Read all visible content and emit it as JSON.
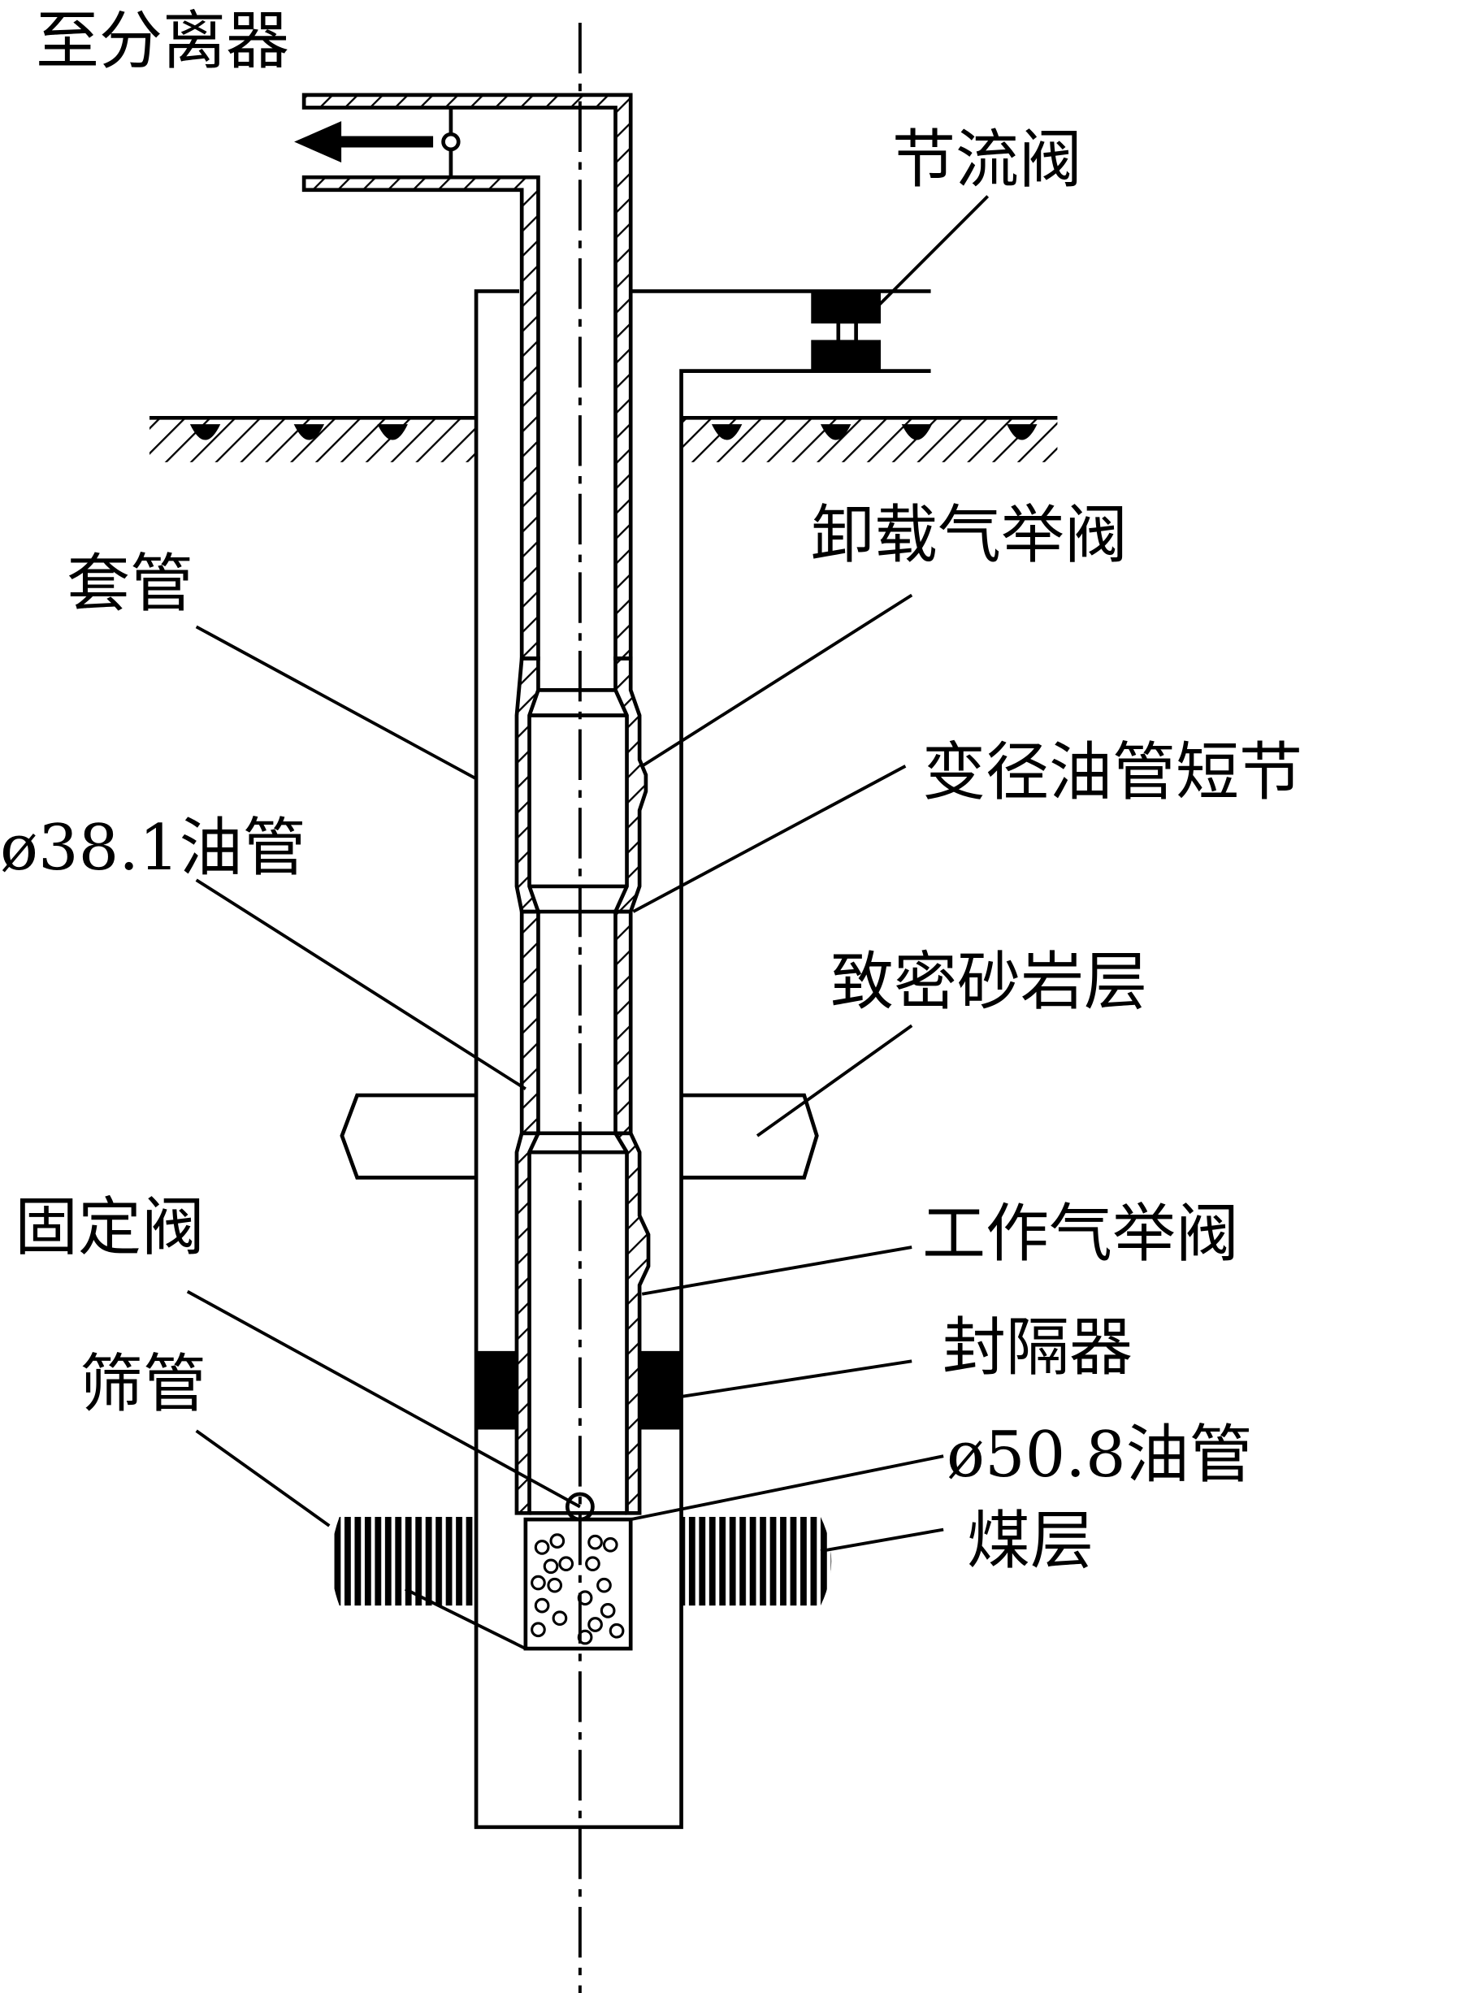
{
  "labels": {
    "to_separator": "至分离器",
    "choke_valve": "节流阀",
    "unloading_valve": "卸载气举阀",
    "casing": "套管",
    "reducer_sub": "变径油管短节",
    "tubing_38": "ø38.1油管",
    "tight_sand": "致密砂岩层",
    "standing_valve": "固定阀",
    "working_valve": "工作气举阀",
    "packer": "封隔器",
    "screen": "筛管",
    "tubing_50": "ø50.8油管",
    "coal_seam": "煤层"
  },
  "colors": {
    "line": "#000000",
    "background": "#ffffff"
  }
}
